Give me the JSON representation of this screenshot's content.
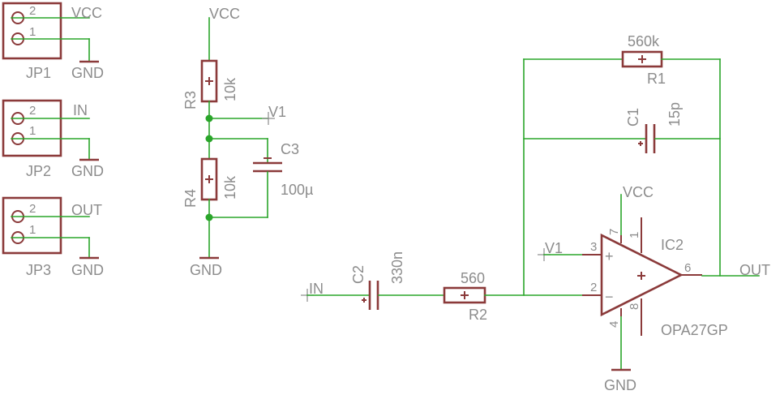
{
  "labels": {
    "jp1": "JP1",
    "jp2": "JP2",
    "jp3": "JP3",
    "jp1_pin2": "2",
    "jp1_pin1": "1",
    "jp2_pin2": "2",
    "jp2_pin1": "1",
    "jp3_pin2": "2",
    "jp3_pin1": "1",
    "jp1_vcc": "VCC",
    "jp1_gnd": "GND",
    "jp2_in": "IN",
    "jp2_gnd": "GND",
    "jp3_out": "OUT",
    "jp3_gnd": "GND",
    "div_vcc": "VCC",
    "div_gnd": "GND",
    "r3_name": "R3",
    "r3_value": "10k",
    "r4_name": "R4",
    "r4_value": "10k",
    "v1_net": "V1",
    "c3_name": "C3",
    "c3_value": "100µ",
    "in_net": "IN",
    "c2_name": "C2",
    "c2_value": "330n",
    "r2_value": "560",
    "r2_name": "R2",
    "r1_value": "560k",
    "r1_name": "R1",
    "c1_name": "C1",
    "c1_value": "15p",
    "ic_vcc": "VCC",
    "ic_gnd": "GND",
    "ic_v1": "V1",
    "ic_name": "IC2",
    "ic_part": "OPA27GP",
    "ic_pin3": "3",
    "ic_pin2": "2",
    "ic_pin7": "7",
    "ic_pin4": "4",
    "ic_pin1": "1",
    "ic_pin8": "8",
    "ic_pin6": "6",
    "ic_out": "OUT",
    "plus_sign": "+",
    "minus_sign": "−"
  },
  "colors": {
    "wire": "#2aa52a",
    "component": "#8b3a3a",
    "text": "#8c8c8c",
    "background": "#ffffff"
  }
}
